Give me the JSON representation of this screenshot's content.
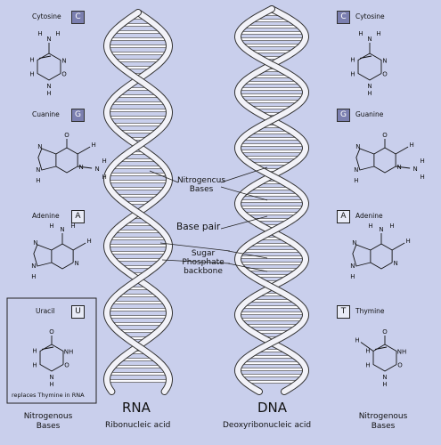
{
  "left": {
    "cytosine": {
      "name": "Cytosine",
      "letter": "C"
    },
    "guanine": {
      "name": "Cuanine",
      "letter": "G"
    },
    "adenine": {
      "name": "Adenine",
      "letter": "A"
    },
    "uracil": {
      "name": "Uracil",
      "letter": "U",
      "note": "replaces Thymine in RNA"
    },
    "footer": "Nitrogenous\nBases"
  },
  "right": {
    "cytosine": {
      "name": "Cytosine",
      "letter": "C"
    },
    "guanine": {
      "name": "Guanine",
      "letter": "G"
    },
    "adenine": {
      "name": "Adenine",
      "letter": "A"
    },
    "thymine": {
      "name": "Thymine",
      "letter": "T"
    },
    "footer": "Nitrogenous\nBases"
  },
  "rna": {
    "title": "RNA",
    "subtitle": "Ribonucleic acid"
  },
  "dna": {
    "title": "DNA",
    "subtitle": "Deoxyribonucleic acid"
  },
  "labels": {
    "nitrogenous": "Nitrogencus\nBases",
    "base_pair": "Base pair",
    "backbone": "Sugar\nPhosphate\nbackbone"
  },
  "atoms": {
    "N": "N",
    "H": "H",
    "O": "O",
    "NH": "NH"
  },
  "colors": {
    "background": "#c9cfec",
    "box_fill": "#7b7fb0",
    "strand": "#f2f2f8"
  }
}
